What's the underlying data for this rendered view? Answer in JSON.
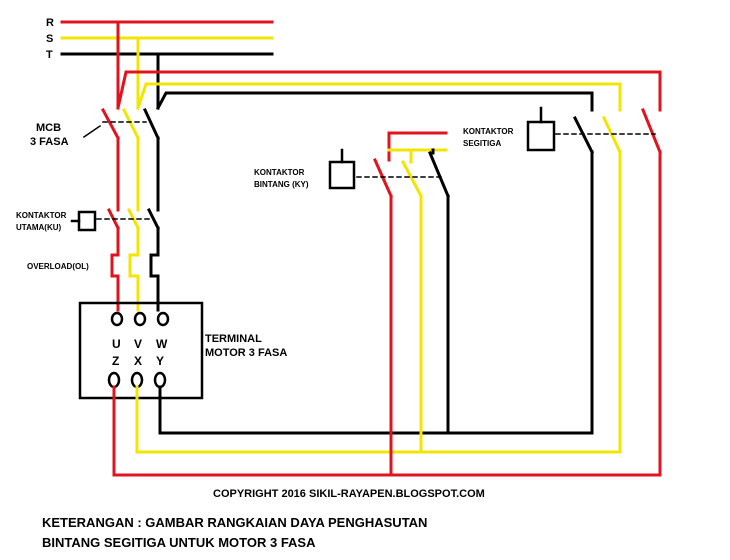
{
  "colors": {
    "phase_r": "#e0141e",
    "phase_s": "#f2e600",
    "phase_t": "#000000",
    "background": "#ffffff"
  },
  "bus": {
    "r_label": "R",
    "s_label": "S",
    "t_label": "T"
  },
  "labels": {
    "mcb_line1": "MCB",
    "mcb_line2": "3 FASA",
    "ku_line1": "KONTAKTOR",
    "ku_line2": "UTAMA(KU)",
    "overload": "OVERLOAD(OL)",
    "ky_line1": "KONTAKTOR",
    "ky_line2": "BINTANG (KY)",
    "kd_line1": "KONTAKTOR",
    "kd_line2": "SEGITIGA",
    "terminal_line1": "TERMINAL",
    "terminal_line2": "MOTOR 3 FASA"
  },
  "terminals": {
    "top": [
      "U",
      "V",
      "W"
    ],
    "bottom": [
      "Z",
      "X",
      "Y"
    ]
  },
  "copyright": "COPYRIGHT 2016 SIKIL-RAYAPEN.BLOGSPOT.COM",
  "caption": {
    "line1": "KETERANGAN : GAMBAR RANGKAIAN DAYA PENGHASUTAN",
    "line2": "BINTANG SEGITIGA UNTUK MOTOR 3 FASA"
  }
}
